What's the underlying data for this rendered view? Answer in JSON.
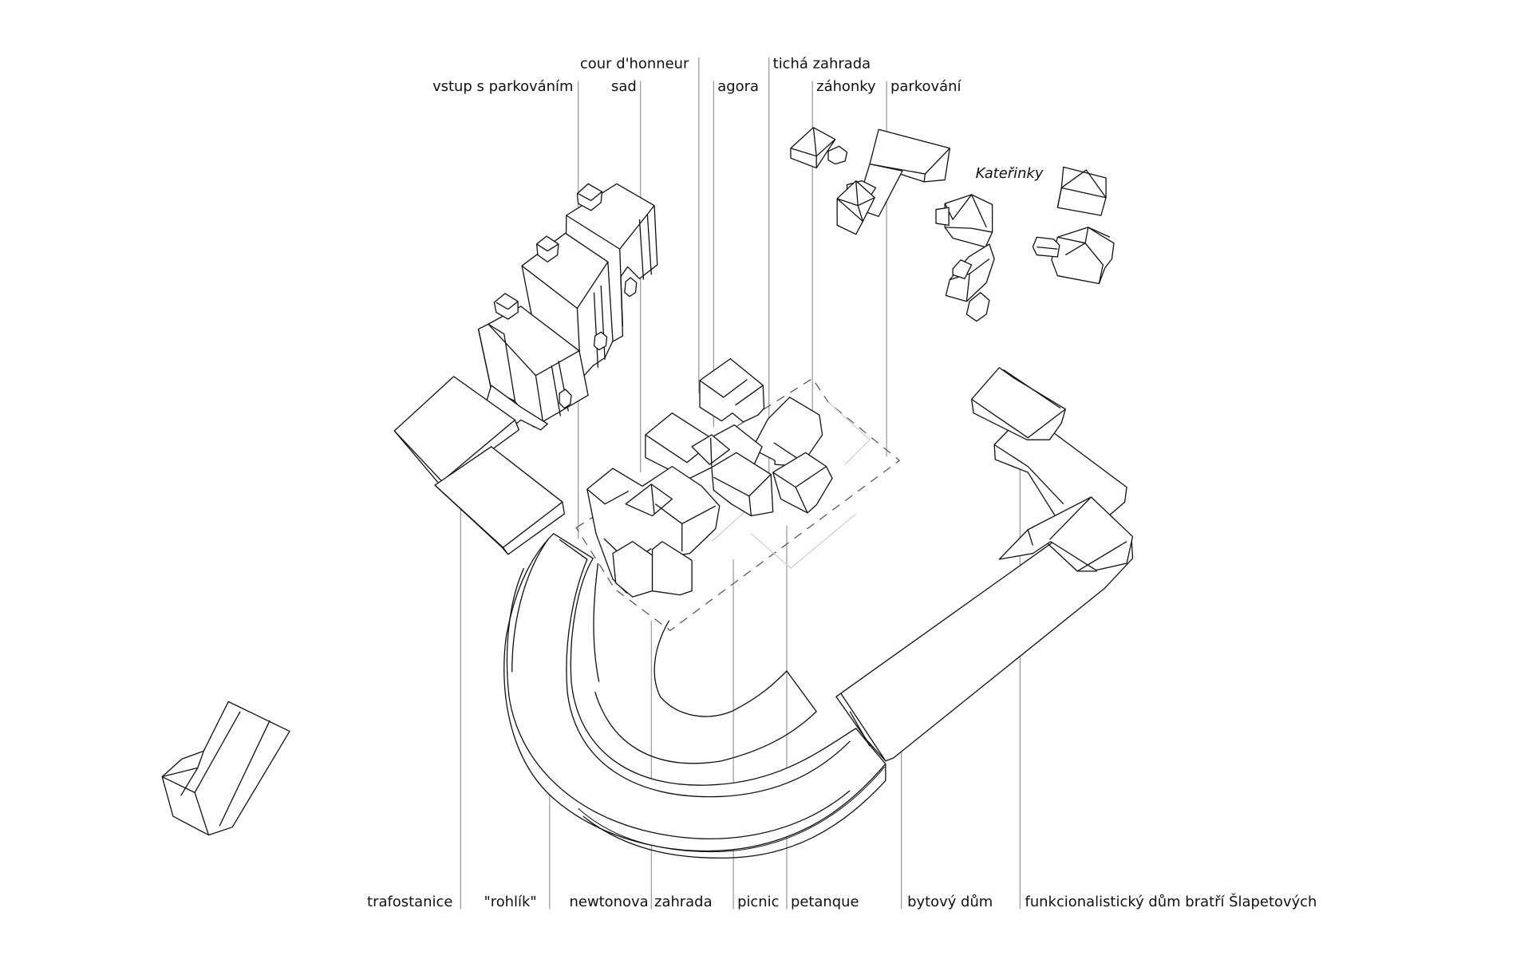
{
  "diagram": {
    "type": "axonometric-site-plan",
    "colors": {
      "background": "#ffffff",
      "line": "#111111",
      "leader": "#9a9a9a",
      "dashed_outline": "#555555"
    },
    "place_label": "Kateřinky",
    "top_labels": [
      {
        "id": "vstup",
        "text": "vstup s parkováním"
      },
      {
        "id": "cour",
        "text": "cour d'honneur"
      },
      {
        "id": "sad",
        "text": "sad"
      },
      {
        "id": "agora",
        "text": "agora"
      },
      {
        "id": "ticha",
        "text": "tichá zahrada"
      },
      {
        "id": "zahonky",
        "text": "záhonky"
      },
      {
        "id": "parkovani",
        "text": "parkování"
      }
    ],
    "bottom_labels": [
      {
        "id": "trafostanice",
        "text": "trafostanice"
      },
      {
        "id": "rohlik",
        "text": "\"rohlík\""
      },
      {
        "id": "newtonova",
        "text": "newtonova"
      },
      {
        "id": "zahrada",
        "text": "zahrada"
      },
      {
        "id": "picnic",
        "text": "picnic"
      },
      {
        "id": "petanque",
        "text": "petanque"
      },
      {
        "id": "bytovy",
        "text": "bytový dům"
      },
      {
        "id": "funkc",
        "text": "funkcionalistický dům bratří Šlapetových"
      }
    ]
  }
}
